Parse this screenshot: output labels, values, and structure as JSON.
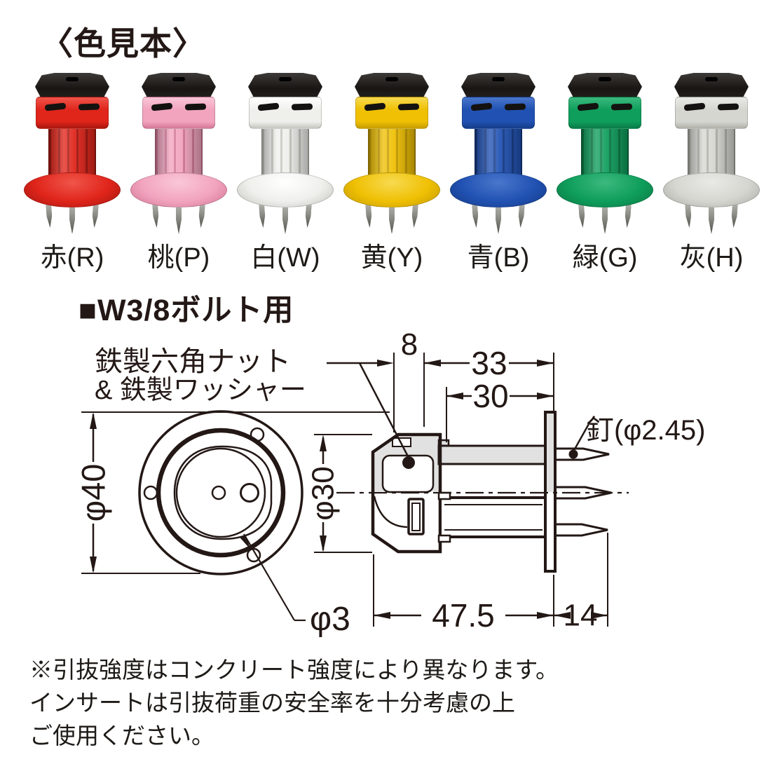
{
  "theme": {
    "background": "#ffffff",
    "ink": "#231815",
    "section_fill": "#e1e1e1",
    "cap_color": "#1d1a17",
    "nail_metal": "#8d8d87"
  },
  "color_samples": {
    "heading": "〈色見本〉",
    "items": [
      {
        "name": "red",
        "label": "赤(R)",
        "main": "#e0251b",
        "dark": "#a81710",
        "light": "#f0554a"
      },
      {
        "name": "pink",
        "label": "桃(P)",
        "main": "#f2a4bf",
        "dark": "#d47898",
        "light": "#fac7d8"
      },
      {
        "name": "white",
        "label": "白(W)",
        "main": "#efefec",
        "dark": "#c6c6c0",
        "light": "#ffffff"
      },
      {
        "name": "yellow",
        "label": "黄(Y)",
        "main": "#efc004",
        "dark": "#c79d00",
        "light": "#f7da50"
      },
      {
        "name": "blue",
        "label": "青(B)",
        "main": "#2152b3",
        "dark": "#153c89",
        "light": "#4a77cc"
      },
      {
        "name": "green",
        "label": "緑(G)",
        "main": "#0f9e5c",
        "dark": "#0a7a45",
        "light": "#3cb97e"
      },
      {
        "name": "gray",
        "label": "灰(H)",
        "main": "#d6d6d1",
        "dark": "#b0b0a9",
        "light": "#e9e9e5"
      }
    ]
  },
  "drawing": {
    "heading": "■W3/8ボルト用",
    "callout_nut_line1": "鉄製六角ナット",
    "callout_nut_line2": "& 鉄製ワッシャー",
    "callout_nail": "釘(φ2.45)",
    "dim_flange_dia": "φ40",
    "dim_body_dia": "φ30",
    "dim_hole_dia": "φ3",
    "dim_cap": "8",
    "dim_overall": "33",
    "dim_body_len": "30",
    "dim_length": "47.5",
    "dim_nail_len": "14"
  },
  "notes": {
    "line1": "※引抜強度はコンクリート強度により異なります。",
    "line2": "インサートは引抜荷重の安全率を十分考慮の上",
    "line3": "ご使用ください。"
  }
}
